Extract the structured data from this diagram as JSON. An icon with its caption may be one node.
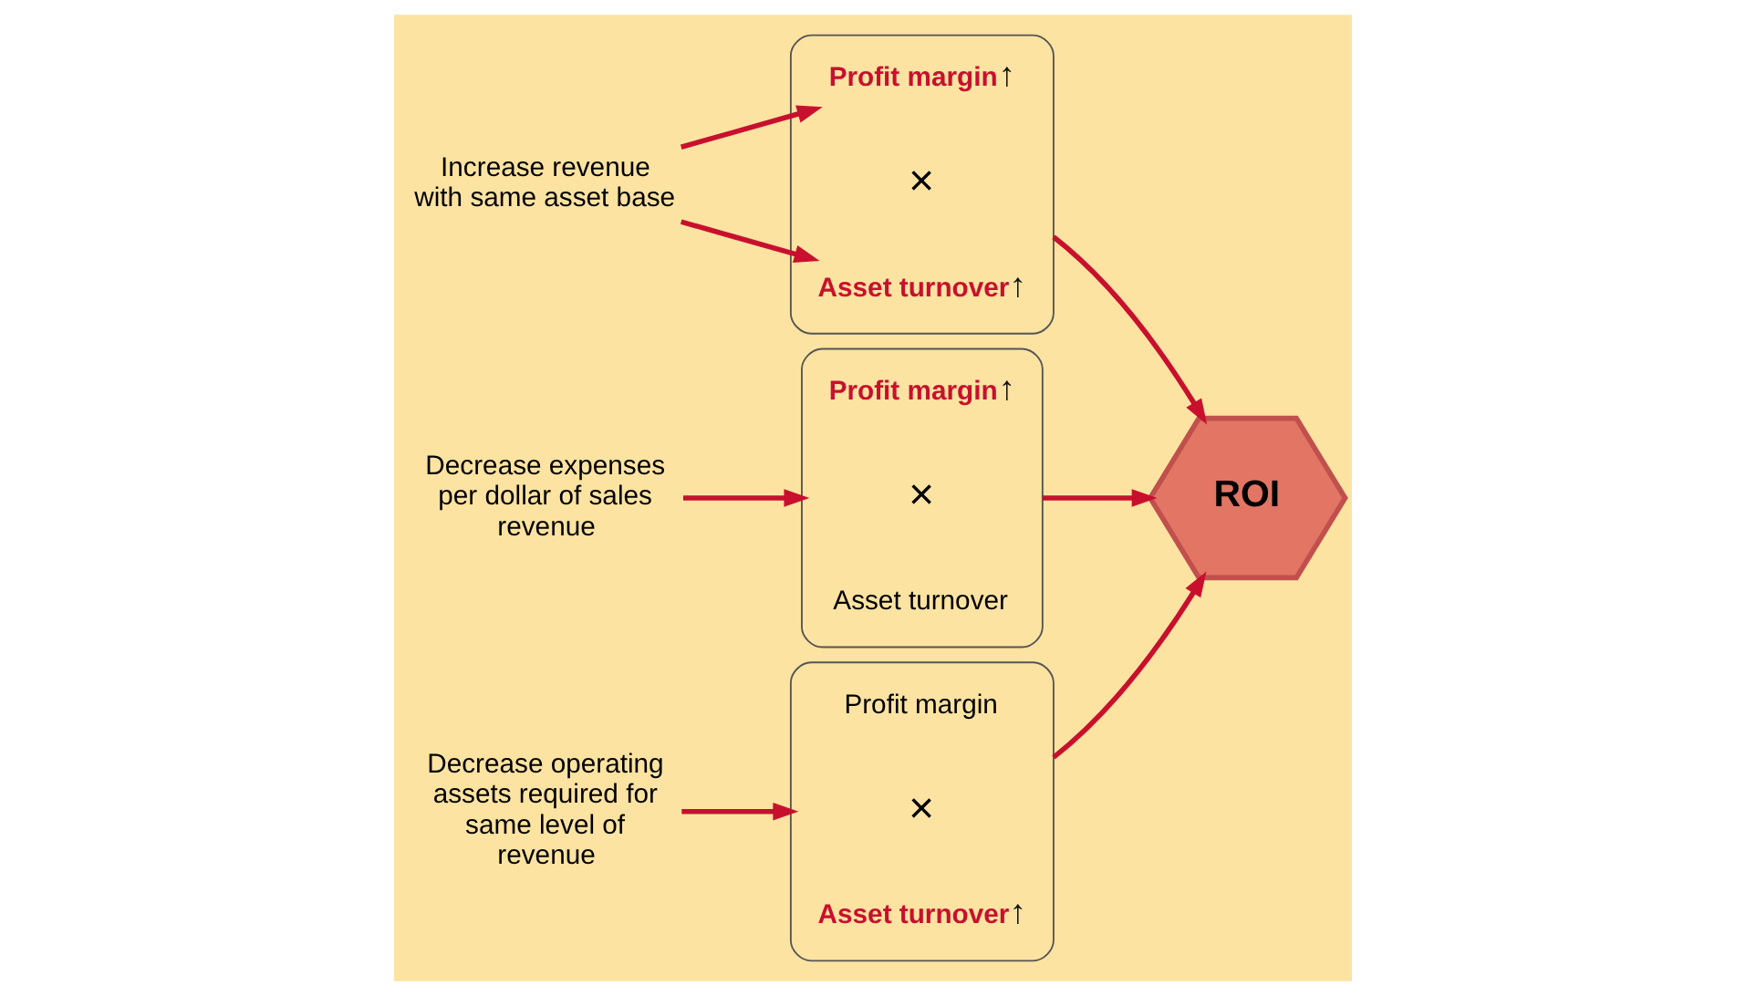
{
  "diagram": {
    "nodes": [
      {
        "text": [
          "Increase revenue with same asset base"
        ]
      },
      {
        "text": [],
        "shape": "brace"
      },
      {
        "text": [
          "Profit margin"
        ],
        "in": 1,
        "beside": [
          "↑"
        ]
      },
      {
        "text": [
          "×"
        ],
        "in": 1
      },
      {
        "text": [
          "Asset turnover"
        ],
        "in": 1,
        "beside": [
          "↑"
        ]
      },
      {
        "text": [
          "Decrease expenses per dollar of sales revenue"
        ]
      },
      {
        "text": [],
        "shape": "brace"
      },
      {
        "text": [
          "Profit margin"
        ],
        "in": 6,
        "beside": [
          "↑"
        ]
      },
      {
        "text": [
          "×"
        ],
        "in": 6
      },
      {
        "text": [
          "Asset turnover"
        ],
        "in": 6
      },
      {
        "text": [
          "Decrease operating assets required for same level of revenue"
        ]
      },
      {
        "text": [],
        "shape": "brace"
      },
      {
        "text": [
          "Profit margin"
        ],
        "in": 11
      },
      {
        "text": [
          "×"
        ],
        "in": 11
      },
      {
        "text": [
          "Asset turnover"
        ],
        "in": 11,
        "beside": [
          "↑"
        ]
      },
      {
        "text": [
          "ROI"
        ]
      }
    ],
    "edges": [
      {
        "from": 0,
        "to": 2,
        "arrow": "to"
      },
      {
        "from": 0,
        "to": 4,
        "arrow": "to"
      },
      {
        "from": 5,
        "to": 6,
        "arrow": "to"
      },
      {
        "from": 10,
        "to": 11,
        "arrow": "to"
      },
      {
        "from": 1,
        "to": 15,
        "arrow": "to"
      },
      {
        "from": 6,
        "to": 15,
        "arrow": "to"
      },
      {
        "from": 11,
        "to": 15,
        "arrow": "to"
      }
    ]
  }
}
